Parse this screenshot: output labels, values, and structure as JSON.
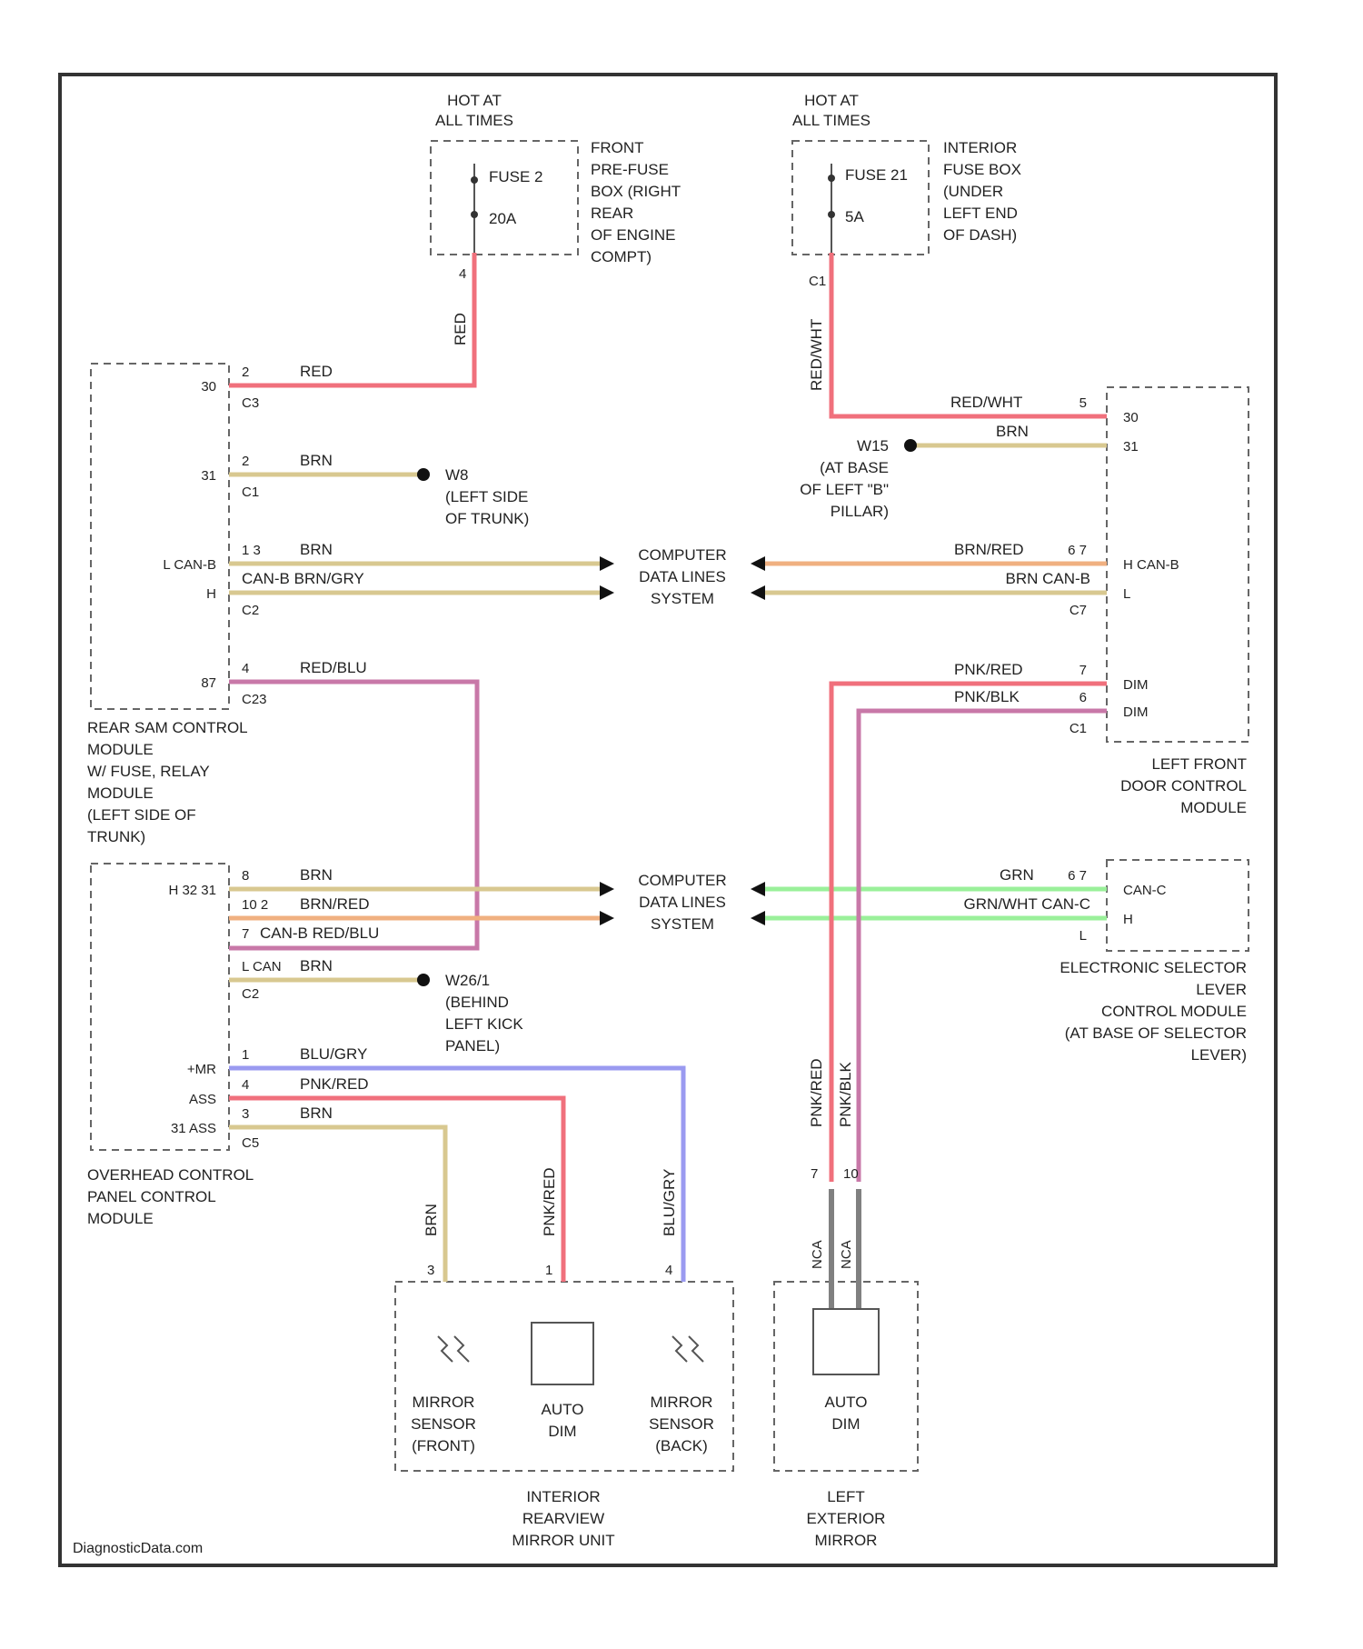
{
  "watermark": "DiagnosticData.com",
  "colors": {
    "red": "#f0707c",
    "brn": "#d8c890",
    "org": "#f0b080",
    "pnk": "#c878a8",
    "blu": "#9a9af0",
    "grn": "#9af09a",
    "gry": "#808080"
  },
  "fuse_left": {
    "hot": [
      "HOT AT",
      "ALL TIMES"
    ],
    "fuse": "FUSE 2",
    "amps": "20A",
    "location": [
      "FRONT",
      "PRE-FUSE",
      "BOX (RIGHT",
      "REAR",
      "OF ENGINE",
      "COMPT)"
    ],
    "pin": "4"
  },
  "fuse_right": {
    "hot": [
      "HOT AT",
      "ALL TIMES"
    ],
    "fuse": "FUSE 21",
    "amps": "5A",
    "location": [
      "INTERIOR",
      "FUSE BOX",
      "(UNDER",
      "LEFT END",
      "OF DASH)"
    ],
    "pin": "C1"
  },
  "rear_sam": {
    "name": [
      "REAR SAM CONTROL",
      "MODULE",
      "W/ FUSE, RELAY",
      "MODULE",
      "(LEFT SIDE OF",
      "TRUNK)"
    ],
    "row1": {
      "label": "30",
      "pin": "2",
      "wire": "RED",
      "conn": "C3"
    },
    "row2": {
      "label": "31",
      "pin": "2",
      "wire": "BRN",
      "conn": "C1"
    },
    "ground1": [
      "W8",
      "(LEFT SIDE",
      "OF TRUNK)"
    ],
    "can": {
      "label": "L CAN-B",
      "label2": "H",
      "pin": "1 3",
      "wire1": "BRN",
      "wire2": "CAN-B BRN/GRY",
      "conn": "C2"
    },
    "row4": {
      "label": "87",
      "pin": "4",
      "wire": "RED/BLU",
      "conn": "C23"
    }
  },
  "overhead": {
    "name": [
      "OVERHEAD CONTROL",
      "PANEL CONTROL",
      "MODULE"
    ],
    "can_label": "H 32 31",
    "row1": {
      "pin": "8",
      "wire": "BRN"
    },
    "row2": {
      "pin": "10 2",
      "wire": "BRN/RED"
    },
    "row3": {
      "pin": "7",
      "wire": "CAN-B RED/BLU"
    },
    "row4": {
      "pin": "L CAN",
      "wire": "BRN",
      "conn": "C2"
    },
    "ground2": [
      "W26/1",
      "(BEHIND",
      "LEFT KICK",
      "PANEL)"
    ],
    "sig": [
      {
        "label": "+MR",
        "pin": "1",
        "wire": "BLU/GRY"
      },
      {
        "label": "ASS",
        "pin": "4",
        "wire": "PNK/RED"
      },
      {
        "label": "31 ASS",
        "pin": "3",
        "wire": "BRN",
        "conn": "C5"
      }
    ]
  },
  "cdl": [
    "COMPUTER",
    "DATA LINES",
    "SYSTEM"
  ],
  "lf_door": {
    "name": [
      "LEFT FRONT",
      "DOOR CONTROL",
      "MODULE"
    ],
    "feed": {
      "pin": "5",
      "wire": "RED/WHT",
      "label": "30",
      "vert": "RED/WHT"
    },
    "gnd": {
      "wire": "BRN",
      "label": "31"
    },
    "ground3": [
      "W15",
      "(AT BASE",
      "OF LEFT \"B\"",
      "PILLAR)"
    ],
    "can": {
      "pin": "6 7",
      "wire1": "BRN/RED",
      "wire2": "BRN CAN-B",
      "conn": "C7",
      "label_h": "H CAN-B",
      "label_l": "L"
    },
    "dim": [
      {
        "pin": "7",
        "wire": "PNK/RED",
        "label": "DIM"
      },
      {
        "pin": "6",
        "wire": "PNK/BLK",
        "label": "DIM",
        "conn": "C1"
      }
    ]
  },
  "selector": {
    "name": [
      "ELECTRONIC SELECTOR",
      "LEVER",
      "CONTROL MODULE",
      "(AT BASE OF SELECTOR",
      "LEVER)"
    ],
    "pin": "6 7",
    "wire1": "GRN",
    "wire2": "GRN/WHT CAN-C",
    "label_h": "CAN-C",
    "label_l": "H",
    "pin3": "L"
  },
  "mirror": {
    "name": [
      "INTERIOR",
      "REARVIEW",
      "MIRROR UNIT"
    ],
    "wires": [
      {
        "label": "BRN",
        "pin": "3"
      },
      {
        "label": "PNK/RED",
        "pin": "1"
      },
      {
        "label": "BLU/GRY",
        "pin": "4"
      }
    ],
    "sensor_front": [
      "MIRROR",
      "SENSOR",
      "(FRONT)"
    ],
    "autodim": [
      "AUTO",
      "DIM"
    ],
    "sensor_back": [
      "MIRROR",
      "SENSOR",
      "(BACK)"
    ]
  },
  "ext_mirror": {
    "name": [
      "LEFT",
      "EXTERIOR",
      "MIRROR"
    ],
    "wires": [
      {
        "label": "PNK/RED",
        "pin": "7",
        "nca": "NCA"
      },
      {
        "label": "PNK/BLK",
        "pin": "10",
        "nca": "NCA"
      }
    ],
    "autodim": [
      "AUTO",
      "DIM"
    ]
  }
}
